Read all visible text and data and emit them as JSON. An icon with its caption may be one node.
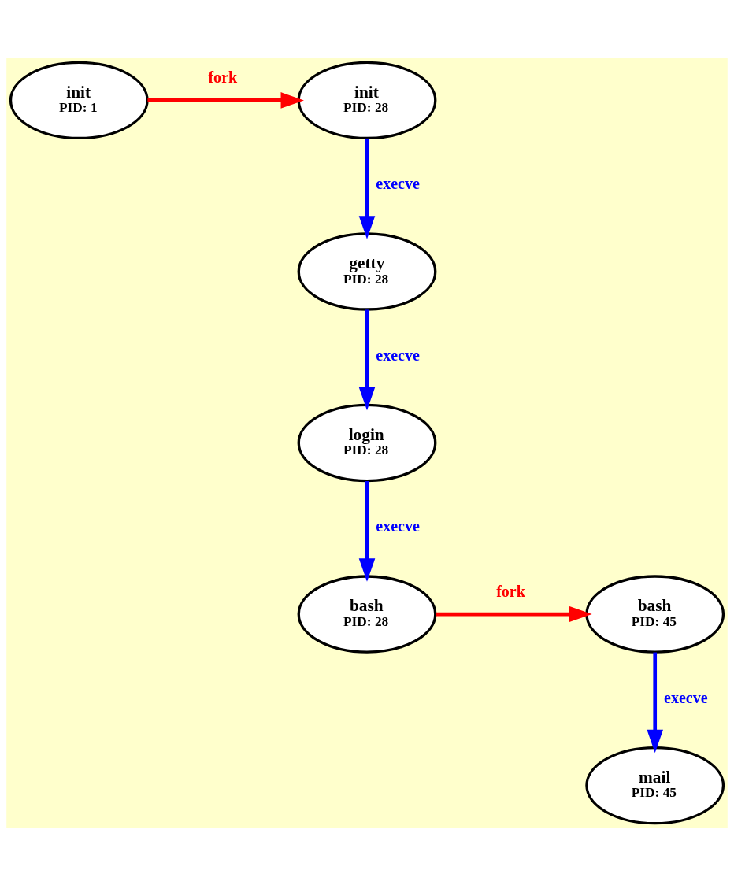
{
  "diagram": {
    "nodes": [
      {
        "text": [
          "init",
          "PID: 1"
        ]
      },
      {
        "text": [
          "init",
          "PID: 28"
        ]
      },
      {
        "text": [
          "getty",
          "PID: 28"
        ]
      },
      {
        "text": [
          "login",
          "PID: 28"
        ]
      },
      {
        "text": [
          "bash",
          "PID: 28"
        ]
      },
      {
        "text": [
          "bash",
          "PID: 45"
        ]
      },
      {
        "text": [
          "mail",
          "PID: 45"
        ]
      }
    ],
    "edges": [
      {
        "from": 0,
        "to": 1,
        "arrow": "to",
        "label": "fork",
        "color": "#ff0000"
      },
      {
        "from": 1,
        "to": 2,
        "arrow": "to",
        "label": "execve"
      },
      {
        "from": 2,
        "to": 3,
        "arrow": "to",
        "label": "execve"
      },
      {
        "from": 3,
        "to": 4,
        "arrow": "to",
        "label": "execve"
      },
      {
        "from": 4,
        "to": 5,
        "arrow": "to",
        "label": "fork",
        "color": "#ff0000"
      },
      {
        "from": 5,
        "to": 6,
        "arrow": "to",
        "label": "execve"
      }
    ]
  }
}
